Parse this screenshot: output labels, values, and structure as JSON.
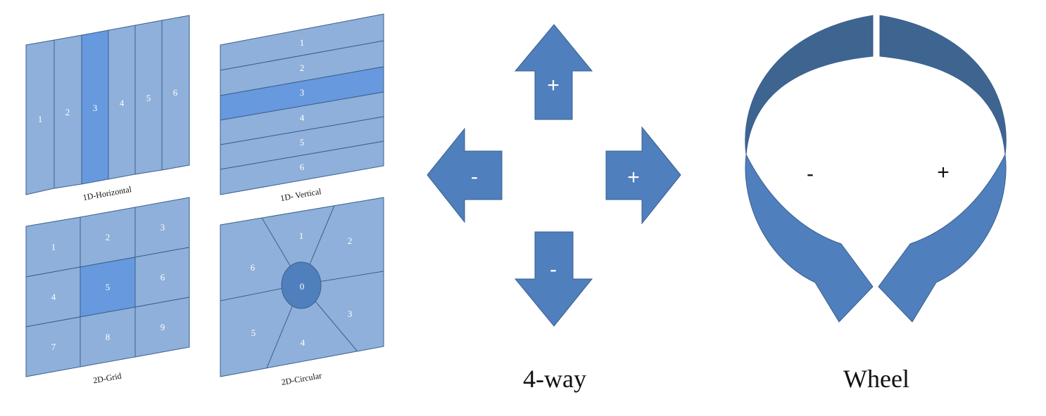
{
  "colors": {
    "panel": "#8fb0da",
    "panel_stroke": "#3b5f8f",
    "highlight": "#6699dd",
    "arrow": "#4f7fbd",
    "arrow_stroke": "#3a5f8f",
    "wheel_top": "#3e6590",
    "wheel_bottom": "#4f7fbd"
  },
  "panels": {
    "horizontal": {
      "label": "1D-Horizontal",
      "cells": [
        "1",
        "2",
        "3",
        "4",
        "5",
        "6"
      ],
      "selected": "3"
    },
    "vertical": {
      "label": "1D- Vertical",
      "cells": [
        "1",
        "2",
        "3",
        "4",
        "5",
        "6"
      ],
      "selected": "3"
    },
    "grid": {
      "label": "2D-Grid",
      "cells": [
        "1",
        "2",
        "3",
        "4",
        "5",
        "6",
        "7",
        "8",
        "9"
      ],
      "selected": "5"
    },
    "circular": {
      "label": "2D-Circular",
      "cells": [
        "0",
        "1",
        "2",
        "3",
        "4",
        "5",
        "6"
      ]
    }
  },
  "four_way": {
    "label": "4-way",
    "up": "+",
    "left": "-",
    "right": "+",
    "down": "-"
  },
  "wheel": {
    "label": "Wheel",
    "left": "-",
    "right": "+"
  }
}
